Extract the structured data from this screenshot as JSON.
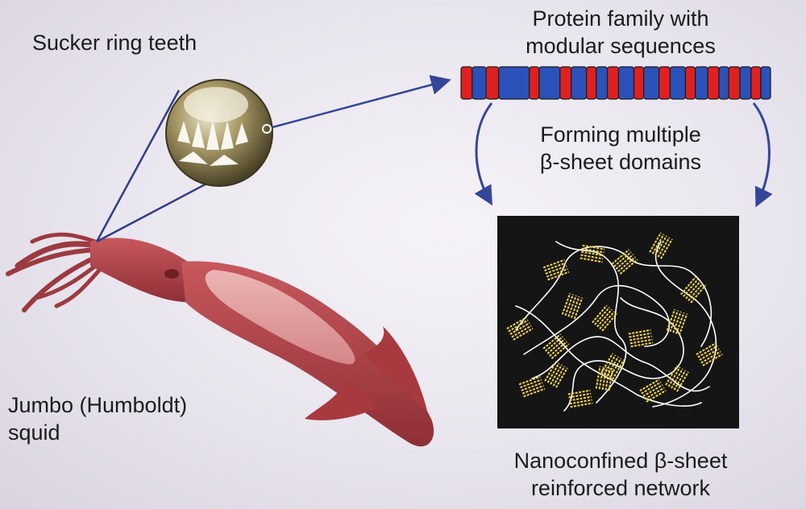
{
  "labels": {
    "sucker_ring_teeth": "Sucker ring teeth",
    "protein_family_line1": "Protein family with",
    "protein_family_line2": "modular sequences",
    "forming_line1": "Forming multiple",
    "forming_line2": "β-sheet domains",
    "squid_line1": "Jumbo (Humboldt)",
    "squid_line2": "squid",
    "network_line1": "Nanoconfined β-sheet",
    "network_line2": "reinforced network"
  },
  "sequence_blocks": [
    "red",
    "blue",
    "red",
    "blue",
    "red",
    "blue",
    "red",
    "blue",
    "red",
    "blue",
    "red",
    "blue",
    "red",
    "blue",
    "red",
    "blue",
    "red",
    "blue",
    "red",
    "blue",
    "red",
    "blue",
    "red",
    "blue"
  ],
  "colors": {
    "red_block": "#e02020",
    "blue_block": "#2b52b8",
    "arrow": "#34469a",
    "squid_body": "#b5474e",
    "squid_light": "#e7a8a8",
    "beta_sheet": "#f2d44a",
    "network_bg": "#151515"
  }
}
